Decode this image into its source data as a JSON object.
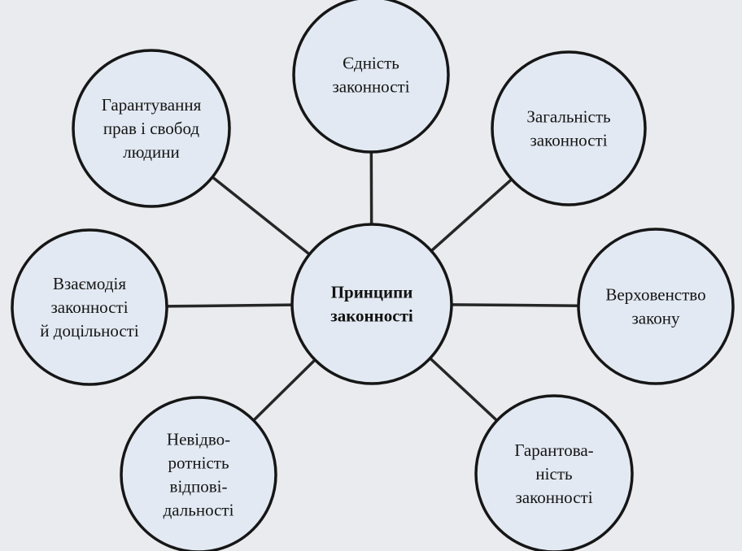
{
  "diagram": {
    "center": {
      "lines": [
        "Принципи",
        "законності"
      ]
    },
    "nodes": [
      {
        "id": "unity",
        "lines": [
          "Єдність",
          "законності"
        ]
      },
      {
        "id": "universality",
        "lines": [
          "Загальність",
          "законності"
        ]
      },
      {
        "id": "rule-of-law",
        "lines": [
          "Верховенство",
          "закону"
        ]
      },
      {
        "id": "guarantee",
        "lines": [
          "Гарантова-",
          "ність",
          "законності"
        ]
      },
      {
        "id": "inevitability",
        "lines": [
          "Невідво-",
          "ротність",
          "відпові-",
          "дальності"
        ]
      },
      {
        "id": "interaction",
        "lines": [
          "Взаємодія",
          "законності",
          "й доцільності"
        ]
      },
      {
        "id": "human-rights",
        "lines": [
          "Гарантування",
          "прав і свобод",
          "людини"
        ]
      }
    ]
  }
}
